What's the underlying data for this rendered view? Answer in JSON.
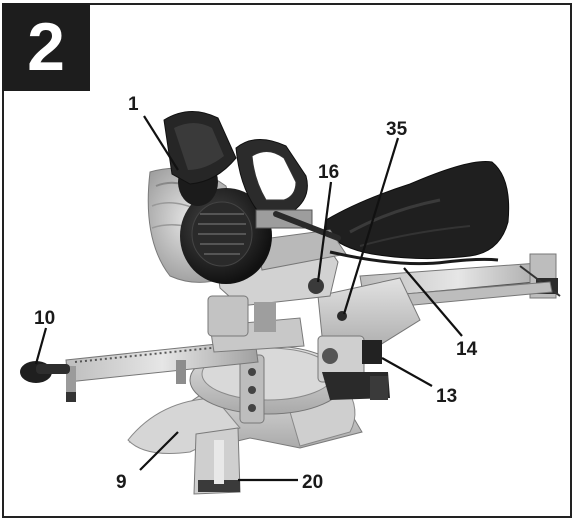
{
  "figure": {
    "number": "2",
    "subject": "sliding-compound-mitre-saw"
  },
  "callouts": {
    "c1": "1",
    "c35": "35",
    "c16": "16",
    "c10": "10",
    "c14": "14",
    "c13": "13",
    "c9": "9",
    "c20": "20"
  },
  "colors": {
    "frame": "#222222",
    "badge": "#1d1d1d",
    "metal": "#c9c9c9",
    "dark_part": "#2a2a2a",
    "dust_bag": "#1f1f1f"
  }
}
